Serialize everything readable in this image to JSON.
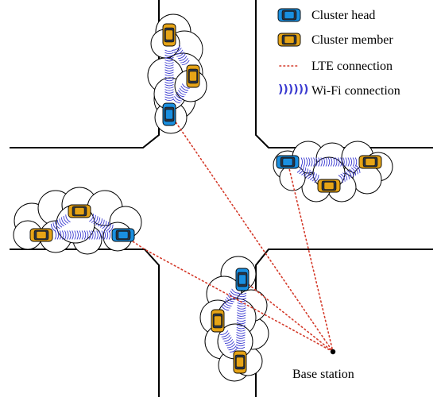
{
  "legend": {
    "cluster_head": "Cluster head",
    "cluster_member": "Cluster member",
    "lte_connection": "LTE connection",
    "wifi_connection": "Wi-Fi connection",
    "wifi_symbol": "))))))"
  },
  "base_station": {
    "label": "Base station"
  },
  "colors": {
    "cluster_head": "#1a8fe0",
    "cluster_member": "#e6a417",
    "lte": "#d43a2a",
    "wifi": "#3a3ad0",
    "road": "#000000"
  }
}
